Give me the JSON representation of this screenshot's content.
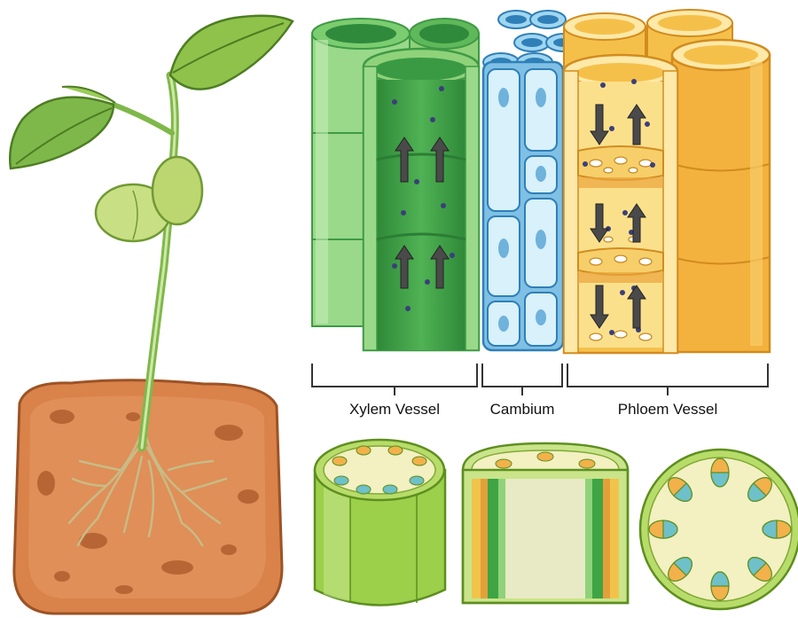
{
  "labels": {
    "xylem": "Xylem Vessel",
    "cambium": "Cambium",
    "phloem": "Phloem Vessel"
  },
  "colors": {
    "xylem_light": "#8fd27a",
    "xylem_dark": "#3e9a45",
    "cambium_light": "#c9ecf7",
    "cambium_dark": "#4a9fd1",
    "phloem_light": "#ffe9a8",
    "phloem_dark": "#f0a93a",
    "soil": "#d9824a",
    "leaf": "#8fc24a"
  },
  "icons": [
    "arrow-up-icon",
    "arrow-down-icon"
  ]
}
